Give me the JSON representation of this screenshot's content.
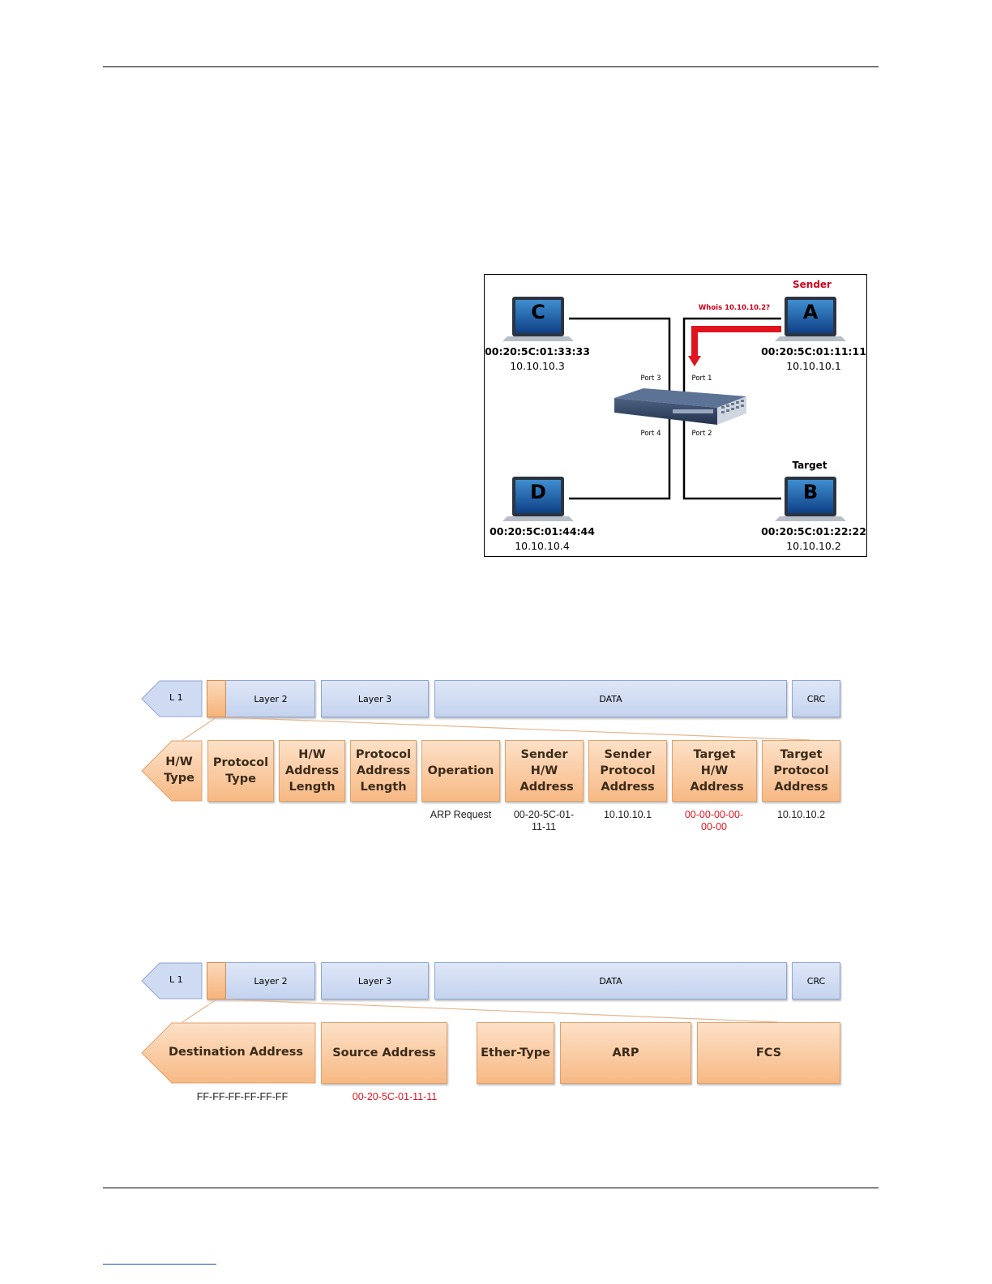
{
  "network": {
    "sender_label": "Sender",
    "target_label": "Target",
    "whois": "Whois 10.10.10.2?",
    "hosts": {
      "c": {
        "letter": "C",
        "mac": "00:20:5C:01:33:33",
        "ip": "10.10.10.3"
      },
      "a": {
        "letter": "A",
        "mac": "00:20:5C:01:11:11",
        "ip": "10.10.10.1"
      },
      "d": {
        "letter": "D",
        "mac": "00:20:5C:01:44:44",
        "ip": "10.10.10.4"
      },
      "b": {
        "letter": "B",
        "mac": "00:20:5C:01:22:22",
        "ip": "10.10.10.2"
      }
    },
    "ports": {
      "p1": "Port 1",
      "p2": "Port 2",
      "p3": "Port 3",
      "p4": "Port 4"
    },
    "colors": {
      "arrow": "#e0141e",
      "sender": "#d0001b"
    }
  },
  "frame1": {
    "bar": {
      "l1": "L 1",
      "layer2": "Layer 2",
      "layer3": "Layer 3",
      "data": "DATA",
      "crc": "CRC"
    },
    "fields": {
      "hw_type": "H/W Type",
      "protocol_type": "Protocol Type",
      "hw_len": "H/W Address Length",
      "proto_len": "Protocol Address Length",
      "operation": "Operation",
      "sender_hw": "Sender H/W Address",
      "sender_proto": "Sender Protocol Address",
      "target_hw": "Target H/W Address",
      "target_proto": "Target Protocol Address"
    },
    "values": {
      "operation": "ARP Request",
      "sender_hw": "00-20-5C-01-11-11",
      "sender_proto": "10.10.10.1",
      "target_hw": "00-00-00-00-00-00",
      "target_proto": "10.10.10.2"
    }
  },
  "frame2": {
    "bar": {
      "l1": "L 1",
      "layer2": "Layer 2",
      "layer3": "Layer 3",
      "data": "DATA",
      "crc": "CRC"
    },
    "fields": {
      "dest": "Destination Address",
      "src": "Source Address",
      "ethertype": "Ether-Type",
      "arp": "ARP",
      "fcs": "FCS"
    },
    "values": {
      "dest": "FF-FF-FF-FF-FF-FF",
      "src": "00-20-5C-01-11-11"
    }
  }
}
